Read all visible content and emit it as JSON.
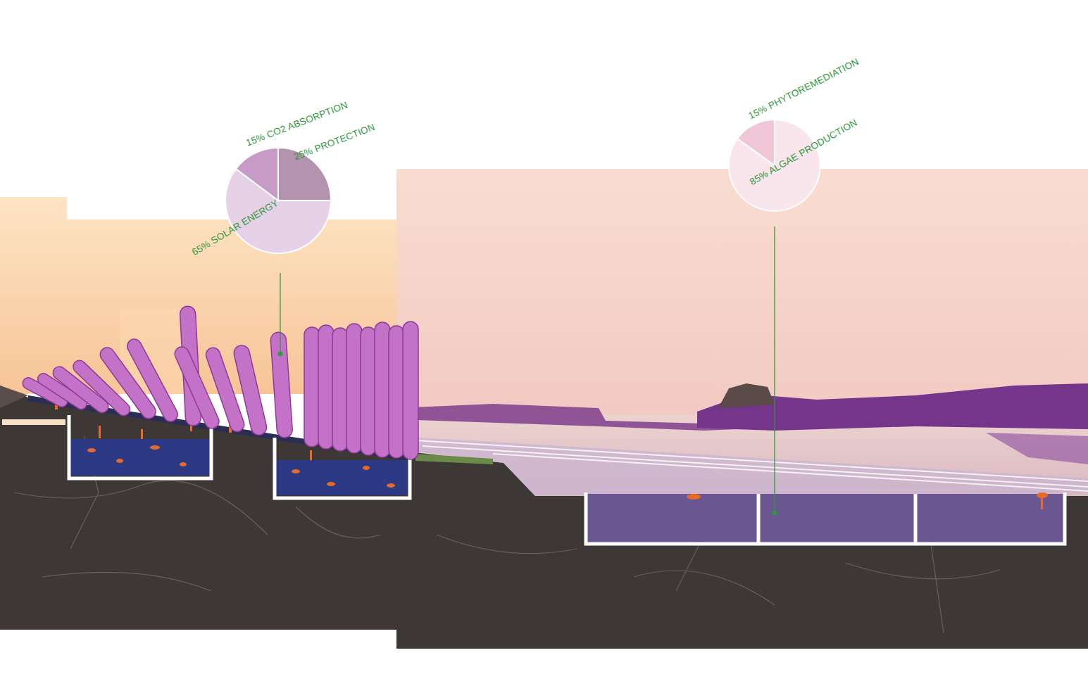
{
  "diagram": {
    "labels": [
      "15% CO2 ABSORPTION",
      "25% PROTECTION",
      "65% SOLAR ENERGY",
      "15% PHYTOREMEDIATION",
      "85% ALGAE PRODUCTION"
    ]
  }
}
